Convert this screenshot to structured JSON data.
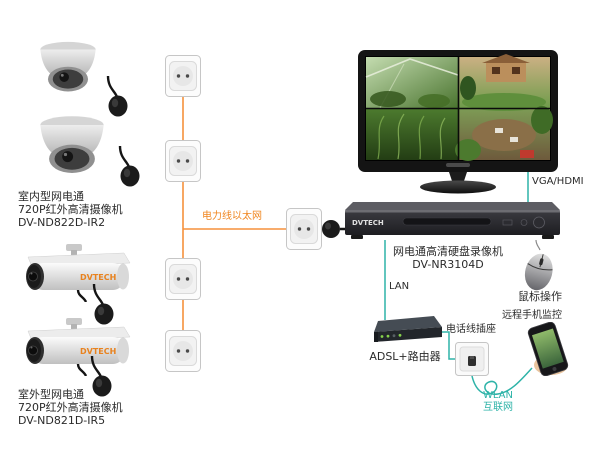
{
  "colors": {
    "powerline_orange": "#f5913c",
    "network_teal": "#2eb3a8",
    "label_text": "#2b2b2b"
  },
  "brand": {
    "camera_logo": "DVTECH",
    "nvr_logo": "DVTECH"
  },
  "labels": {
    "indoor_camera": {
      "l1": "室内型网电通",
      "l2": "720P红外高清摄像机",
      "l3": "DV-ND822D-IR2"
    },
    "outdoor_camera": {
      "l1": "室外型网电通",
      "l2": "720P红外高清摄像机",
      "l3": "DV-ND821D-IR5"
    },
    "powerline": "电力线以太网",
    "vga_hdmi": "VGA/HDMI",
    "nvr": {
      "l1": "网电通高清硬盘录像机",
      "l2": "DV-NR3104D"
    },
    "mouse": "鼠标操作",
    "lan": "LAN",
    "router": "ADSL+路由器",
    "phone_socket": "电话线插座",
    "remote_phone": "远程手机监控",
    "wlan": "WLAN",
    "internet": "互联网"
  },
  "icons": {
    "dome-camera-icon": "svg-shape",
    "bullet-camera-icon": "svg-shape",
    "wall-outlet-icon": "svg-shape",
    "power-plug-icon": "svg-shape",
    "monitor-icon": "svg-shape",
    "nvr-icon": "svg-shape",
    "mouse-icon": "svg-shape",
    "router-icon": "svg-shape",
    "phone-socket-icon": "svg-shape",
    "smartphone-icon": "svg-shape",
    "wlan-loop-icon": "svg-path"
  }
}
